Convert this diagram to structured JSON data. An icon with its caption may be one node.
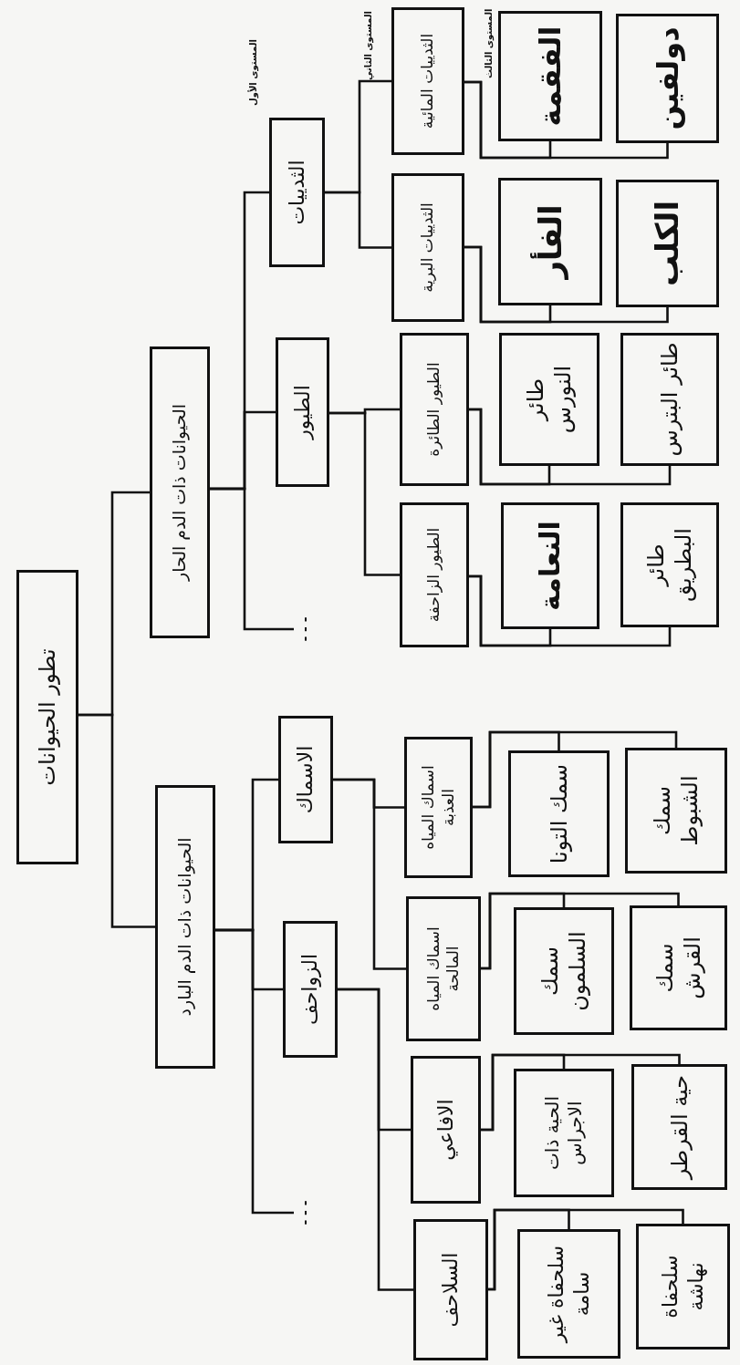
{
  "diagram": {
    "nodes": [
      {
        "text": [
          "تطور الحيوانات"
        ]
      },
      {
        "text": [
          "الحيوانات ذات الدم الحار"
        ]
      },
      {
        "text": [
          "الحيوانات ذات الدم البارد"
        ]
      },
      {
        "text": [
          "الثدييات"
        ]
      },
      {
        "text": [
          "الطيور"
        ]
      },
      {
        "text": [
          "- - -"
        ]
      },
      {
        "text": [
          "الاسماك"
        ]
      },
      {
        "text": [
          "الزواحف"
        ]
      },
      {
        "text": [
          "- - -"
        ]
      },
      {
        "text": [
          "الثدييات المائية"
        ]
      },
      {
        "text": [
          "الثدييات البرية"
        ]
      },
      {
        "text": [
          "الطيور الطائرة"
        ]
      },
      {
        "text": [
          "الطيور الزاحفة"
        ]
      },
      {
        "text": [
          "اسماك المياه العذبة"
        ]
      },
      {
        "text": [
          "اسماك المياه المالحة"
        ]
      },
      {
        "text": [
          "الافاعي"
        ]
      },
      {
        "text": [
          "السلاحف"
        ]
      },
      {
        "text": [
          "الفقمة"
        ]
      },
      {
        "text": [
          "دولفين"
        ]
      },
      {
        "text": [
          "الفأر"
        ]
      },
      {
        "text": [
          "الكلب"
        ]
      },
      {
        "text": [
          "طائر النورس"
        ]
      },
      {
        "text": [
          "طائر البترس"
        ]
      },
      {
        "text": [
          "النعامة"
        ]
      },
      {
        "text": [
          "طائر البطريق"
        ]
      },
      {
        "text": [
          "سمك التونا"
        ]
      },
      {
        "text": [
          "سمك الشبوط"
        ]
      },
      {
        "text": [
          "سمك السلمون"
        ]
      },
      {
        "text": [
          "سمك القرش"
        ]
      },
      {
        "text": [
          "الحية ذات الاجراس"
        ]
      },
      {
        "text": [
          "حية القرطر"
        ]
      },
      {
        "text": [
          "سلحفاة غير سامة"
        ]
      },
      {
        "text": [
          "سلحفاة نهاشة"
        ]
      }
    ],
    "edges": [
      {
        "from": 0,
        "to": 1,
        "arrow": "none"
      },
      {
        "from": 0,
        "to": 2,
        "arrow": "none"
      },
      {
        "from": 1,
        "to": 3,
        "arrow": "none"
      },
      {
        "from": 1,
        "to": 4,
        "arrow": "none"
      },
      {
        "from": 1,
        "to": 5,
        "arrow": "none"
      },
      {
        "from": 2,
        "to": 6,
        "arrow": "none"
      },
      {
        "from": 2,
        "to": 7,
        "arrow": "none"
      },
      {
        "from": 2,
        "to": 8,
        "arrow": "none"
      },
      {
        "from": 3,
        "to": 9,
        "arrow": "none"
      },
      {
        "from": 3,
        "to": 10,
        "arrow": "none"
      },
      {
        "from": 4,
        "to": 11,
        "arrow": "none"
      },
      {
        "from": 4,
        "to": 12,
        "arrow": "none"
      },
      {
        "from": 6,
        "to": 13,
        "arrow": "none"
      },
      {
        "from": 6,
        "to": 14,
        "arrow": "none"
      },
      {
        "from": 7,
        "to": 15,
        "arrow": "none"
      },
      {
        "from": 7,
        "to": 16,
        "arrow": "none"
      },
      {
        "from": 9,
        "to": 17,
        "arrow": "none"
      },
      {
        "from": 9,
        "to": 18,
        "arrow": "none"
      },
      {
        "from": 10,
        "to": 19,
        "arrow": "none"
      },
      {
        "from": 10,
        "to": 20,
        "arrow": "none"
      },
      {
        "from": 11,
        "to": 21,
        "arrow": "none"
      },
      {
        "from": 11,
        "to": 22,
        "arrow": "none"
      },
      {
        "from": 12,
        "to": 23,
        "arrow": "none"
      },
      {
        "from": 12,
        "to": 24,
        "arrow": "none"
      },
      {
        "from": 13,
        "to": 25,
        "arrow": "none"
      },
      {
        "from": 13,
        "to": 26,
        "arrow": "none"
      },
      {
        "from": 14,
        "to": 27,
        "arrow": "none"
      },
      {
        "from": 14,
        "to": 28,
        "arrow": "none"
      },
      {
        "from": 15,
        "to": 29,
        "arrow": "none"
      },
      {
        "from": 15,
        "to": 30,
        "arrow": "none"
      },
      {
        "from": 16,
        "to": 31,
        "arrow": "none"
      },
      {
        "from": 16,
        "to": 32,
        "arrow": "none"
      }
    ],
    "labels": [
      "المستوى الأول",
      "المستوى الثاني",
      "المستوى الثالث"
    ]
  }
}
